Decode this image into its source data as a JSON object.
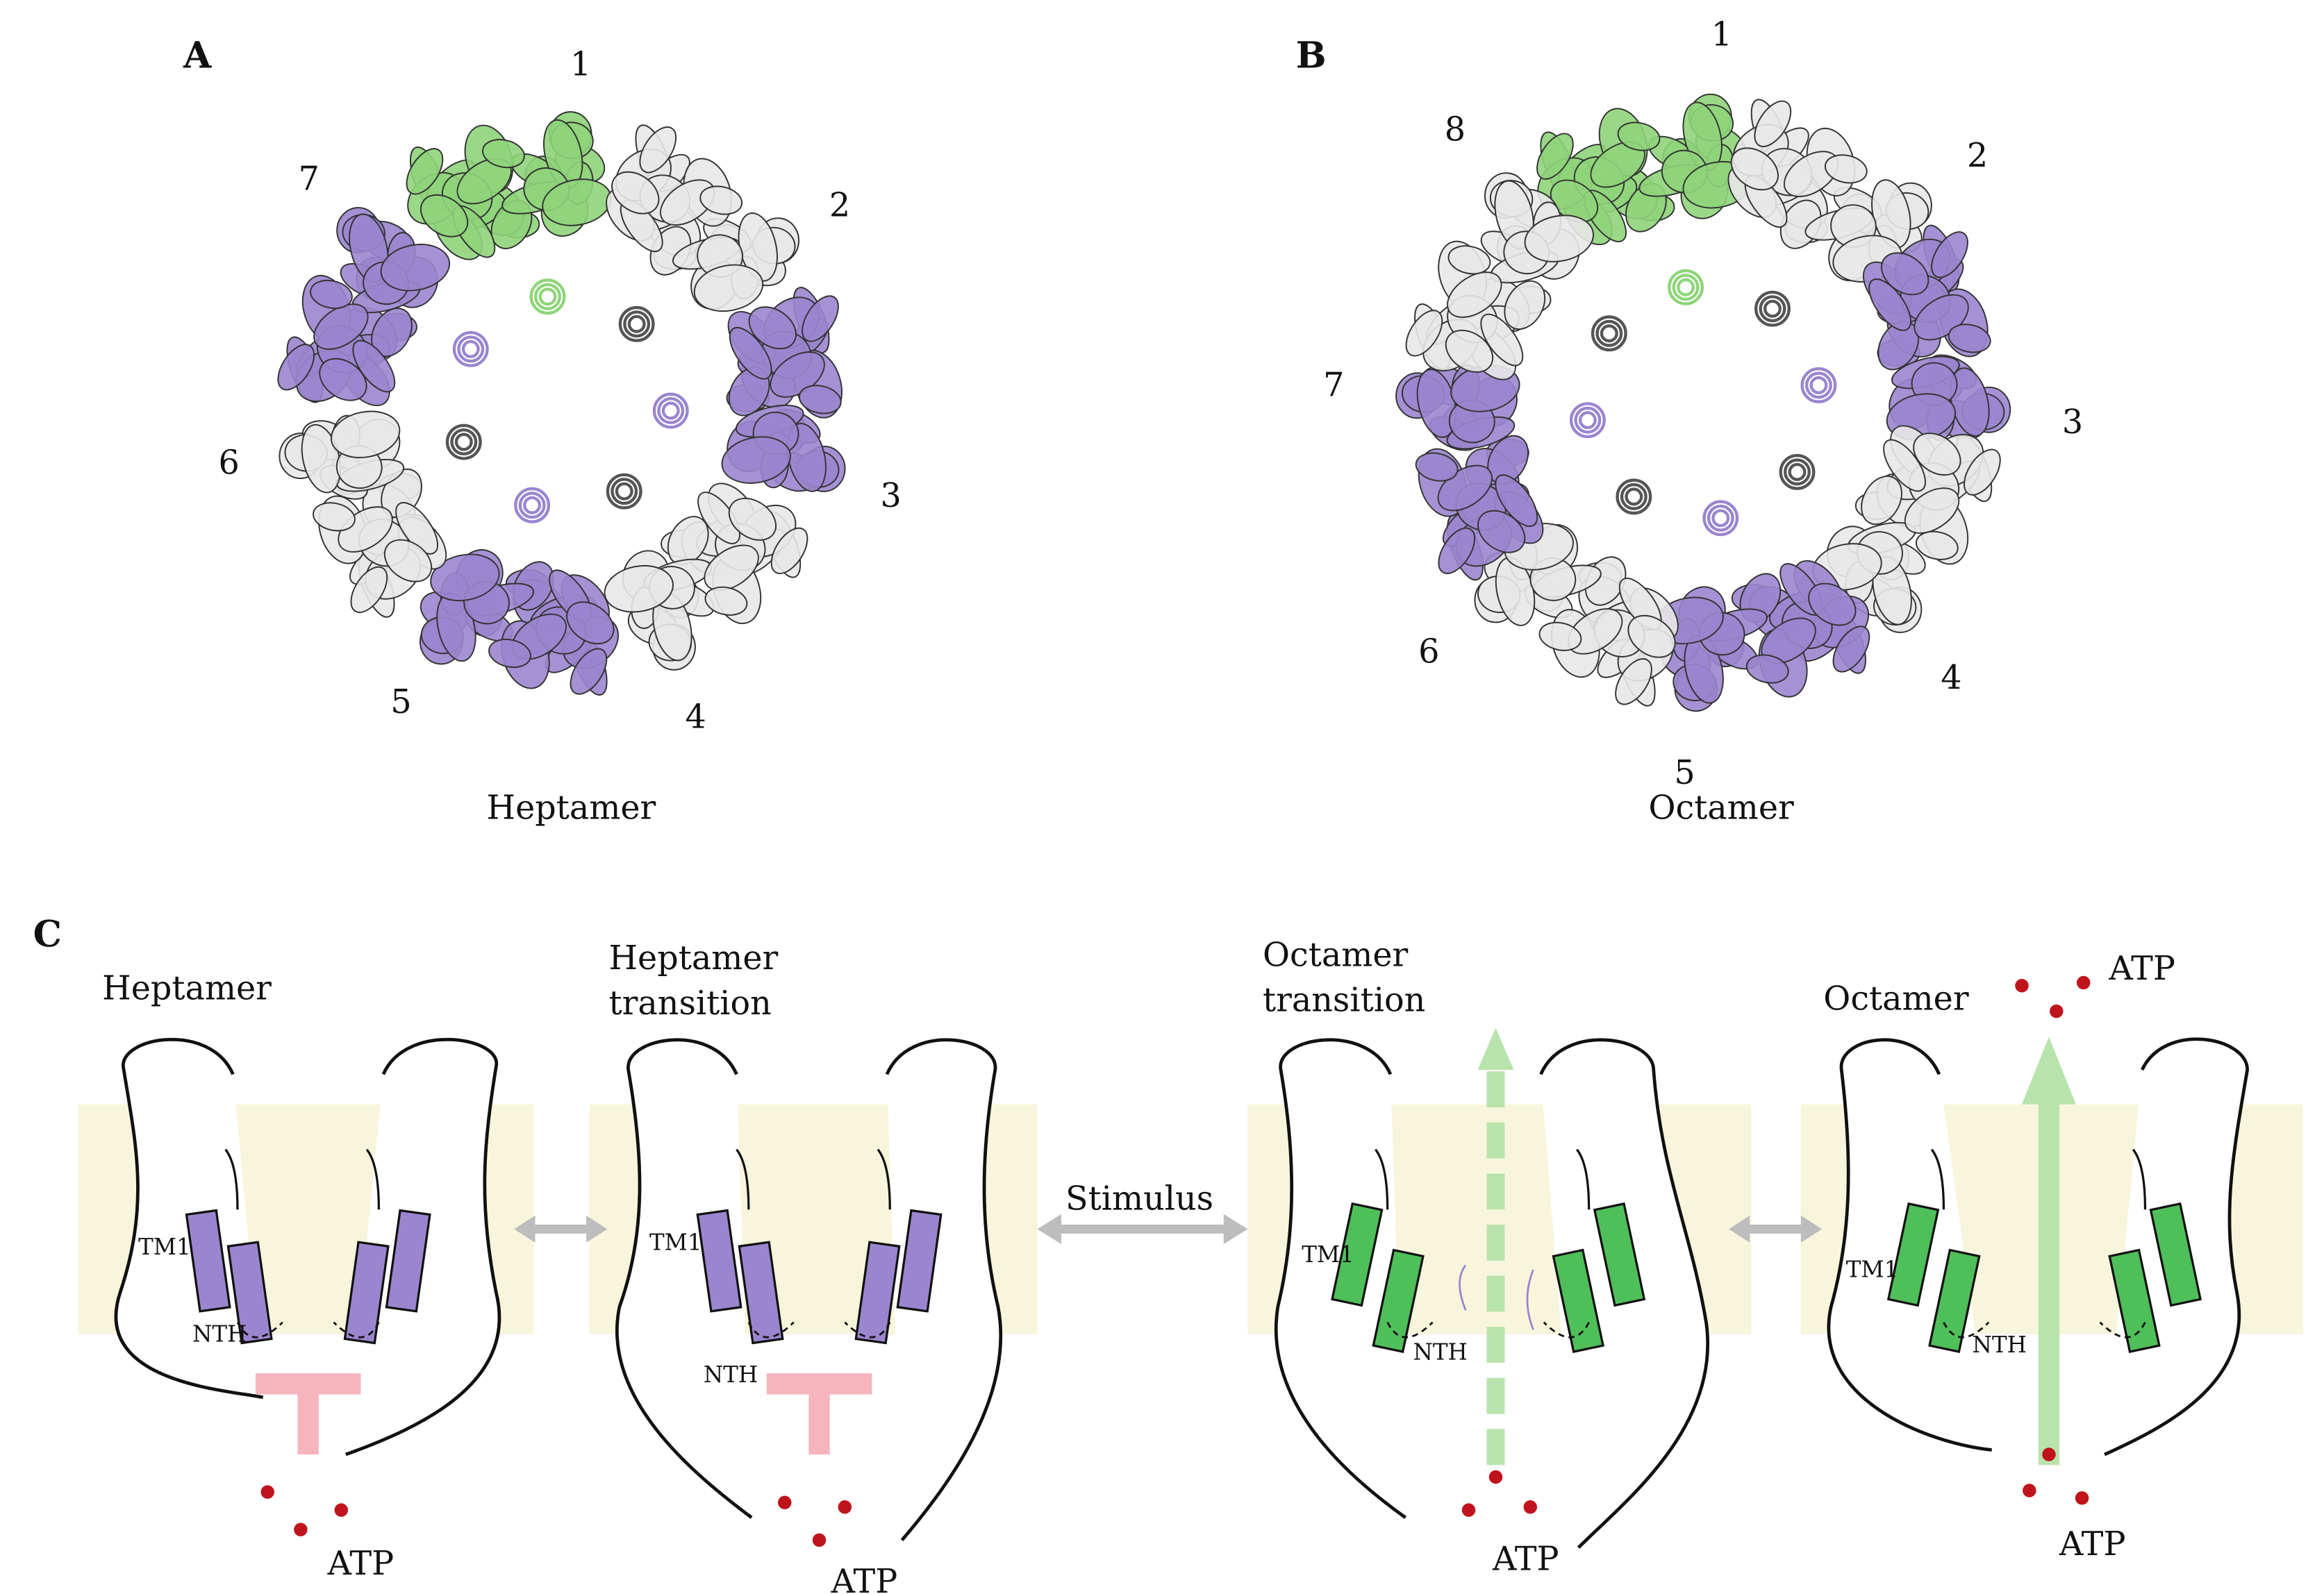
{
  "panel_a": {
    "letter": "A",
    "title": "Heptamer",
    "subunits": [
      "1",
      "2",
      "3",
      "4",
      "5",
      "6",
      "7"
    ],
    "subunit_colors": [
      "#8fd47a",
      "#e8e8e8",
      "#9a86cf",
      "#e8e8e8",
      "#9a86cf",
      "#e8e8e8",
      "#9a86cf"
    ]
  },
  "panel_b": {
    "letter": "B",
    "title": "Octamer",
    "subunits": [
      "1",
      "2",
      "3",
      "4",
      "5",
      "6",
      "7",
      "8"
    ],
    "subunit_colors": [
      "#8fd47a",
      "#e8e8e8",
      "#9a86cf",
      "#e8e8e8",
      "#9a86cf",
      "#e8e8e8",
      "#9a86cf",
      "#e8e8e8"
    ]
  },
  "panel_c": {
    "letter": "C",
    "states": [
      {
        "title_1": "Heptamer",
        "title_2": "",
        "tm": "TM1",
        "nth": "NTH",
        "atp": "ATP"
      },
      {
        "title_1": "Heptamer",
        "title_2": "transition",
        "tm": "TM1",
        "nth": "NTH",
        "atp": "ATP"
      },
      {
        "title_1": "Octamer",
        "title_2": "transition",
        "tm": "TM1",
        "nth": "NTH",
        "atp": "ATP"
      },
      {
        "title_1": "Octamer",
        "title_2": "",
        "tm": "TM1",
        "nth": "NTH",
        "atp": "ATP"
      }
    ],
    "stimulus": "Stimulus",
    "colors": {
      "membrane": "#f7f6dc",
      "closed_tm": "#9a86cf",
      "open_tm": "#4fbf5a",
      "plug": "#f6b4bd",
      "atp": "#c0141c",
      "flow": "#b9e3ad",
      "arrow": "#bdbdbd"
    }
  }
}
